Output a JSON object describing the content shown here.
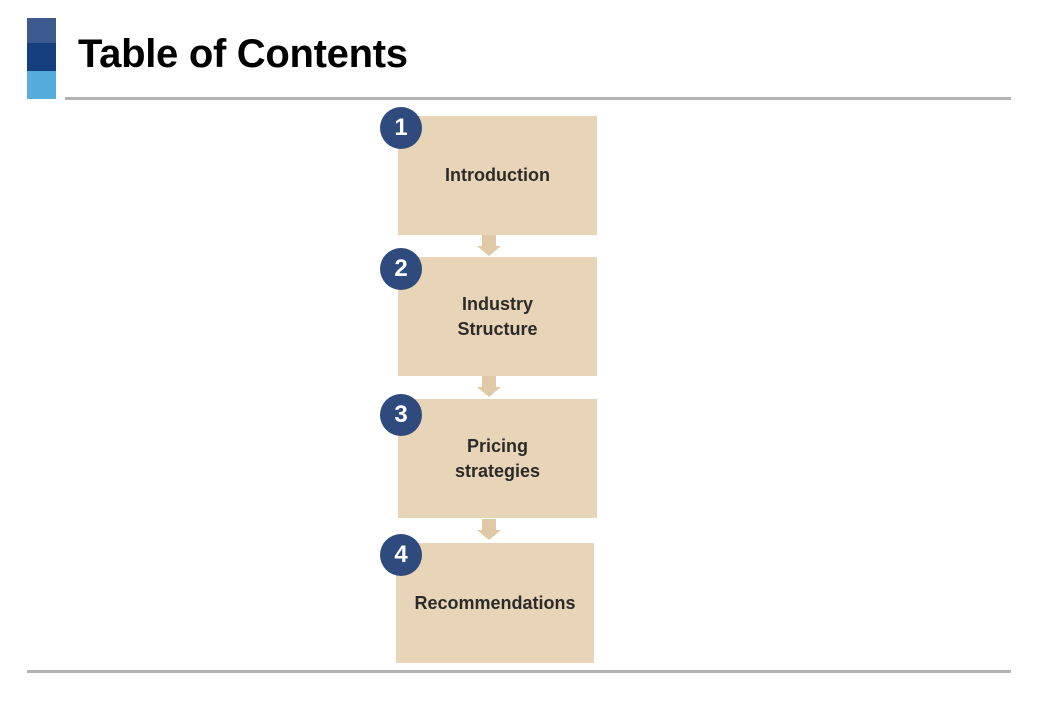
{
  "slide": {
    "title": "Table of Contents"
  },
  "colors": {
    "accent_dark": "#3d5a8e",
    "accent_mid": "#15407d",
    "accent_light": "#56acdb",
    "box_fill": "#e8d5b7",
    "badge_fill": "#2f4a7c",
    "connector": "#e0c9a6",
    "rule": "#b3b3b3"
  },
  "steps": [
    {
      "number": "1",
      "label": "Introduction"
    },
    {
      "number": "2",
      "label": "Industry Structure"
    },
    {
      "number": "3",
      "label": "Pricing strategies"
    },
    {
      "number": "4",
      "label": "Recommendations"
    }
  ]
}
